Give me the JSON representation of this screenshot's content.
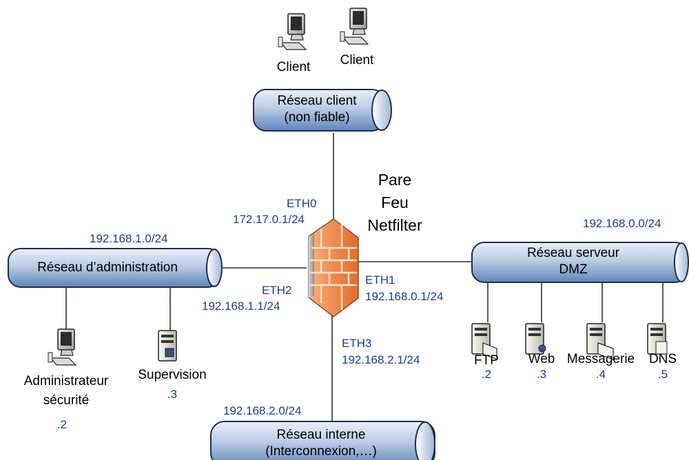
{
  "clients": [
    {
      "label": "Client"
    },
    {
      "label": "Client"
    }
  ],
  "firewall": {
    "line1": "Pare",
    "line2": "Feu",
    "line3": "Netfilter"
  },
  "networks": {
    "client": {
      "line1": "Réseau client",
      "line2": "(non fiable)"
    },
    "admin": {
      "line1": "Réseau d’administration",
      "subnet": "192.168.1.0/24"
    },
    "server": {
      "line1": "Réseau serveur",
      "line2": "DMZ",
      "subnet": "192.168.0.0/24"
    },
    "internal": {
      "line1": "Réseau interne",
      "line2": "(Interconnexion,…)",
      "subnet": "192.168.2.0/24"
    }
  },
  "interfaces": {
    "eth0": {
      "name": "ETH0",
      "ip": "172.17.0.1/24"
    },
    "eth1": {
      "name": "ETH1",
      "ip": "192.168.0.1/24"
    },
    "eth2": {
      "name": "ETH2",
      "ip": "192.168.1.1/24"
    },
    "eth3": {
      "name": "ETH3",
      "ip": "192.168.2.1/24"
    }
  },
  "admin_hosts": [
    {
      "label1": "Administrateur",
      "label2": "sécurité",
      "host": ".2"
    },
    {
      "label1": "Supervision",
      "host": ".3"
    }
  ],
  "servers": [
    {
      "label": "FTP",
      "host": ".2"
    },
    {
      "label": "Web",
      "host": ".3"
    },
    {
      "label": "Messagerie",
      "host": ".4"
    },
    {
      "label": "DNS",
      "host": ".5"
    }
  ],
  "colors": {
    "tube_light": "#dfe9f5",
    "tube_dark": "#6b8fc0",
    "address_text": "#1f3a93",
    "firewall": "#f08a4b"
  }
}
